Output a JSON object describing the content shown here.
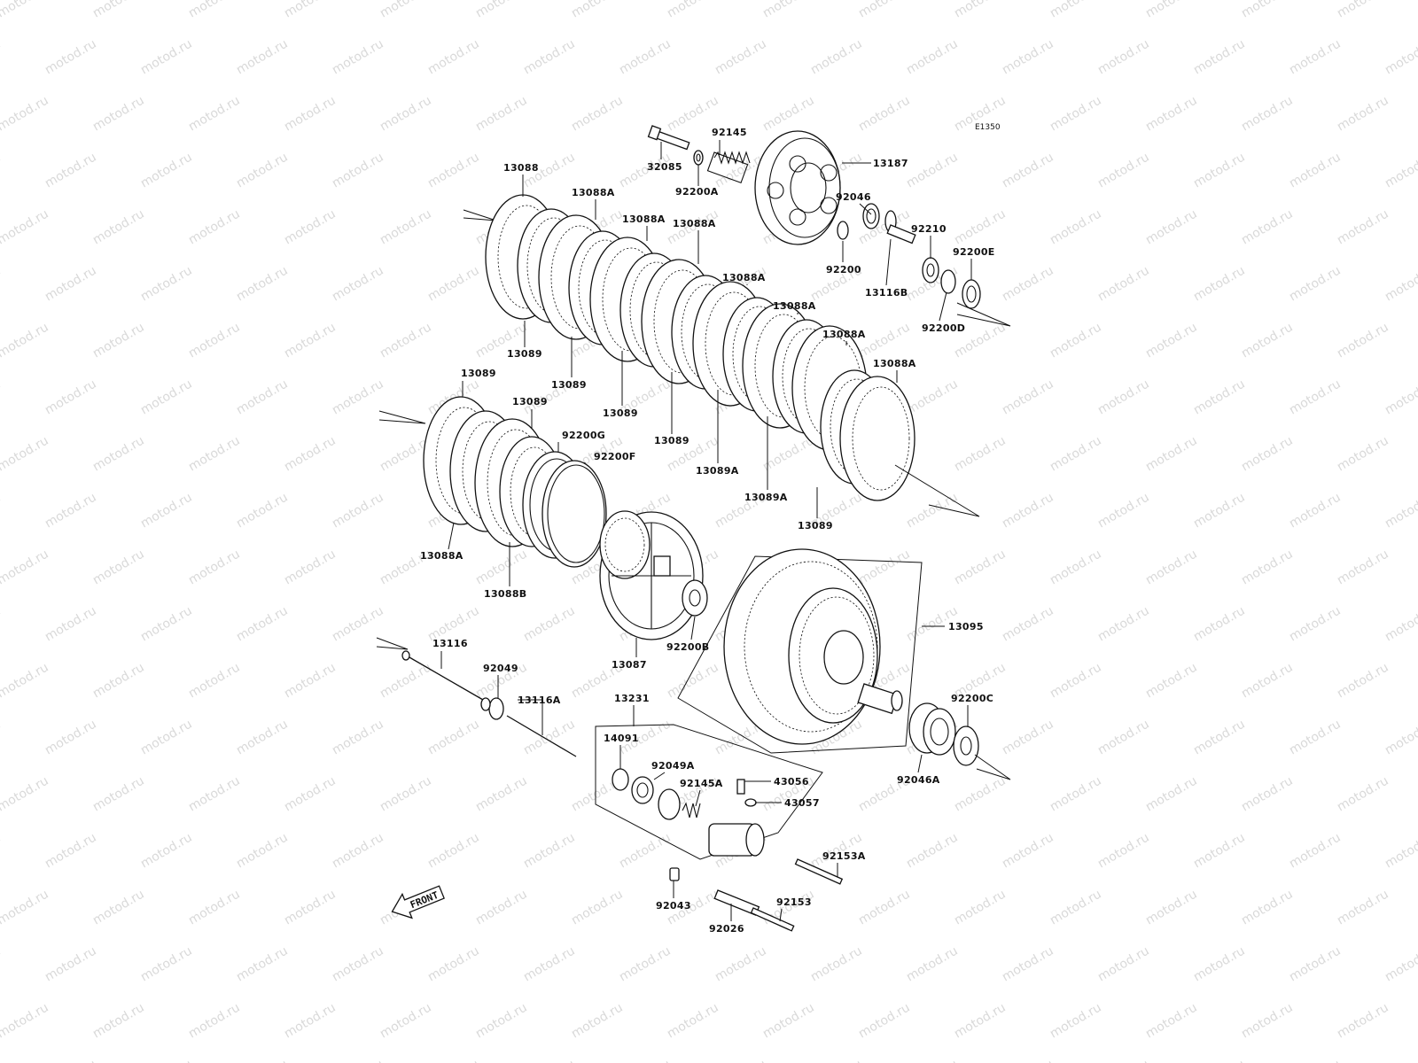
{
  "watermark": "motod.ru",
  "diagram_code": "E1350",
  "front_label": "FRONT",
  "parts": [
    {
      "id": "p32085",
      "label": "32085"
    },
    {
      "id": "p92145",
      "label": "92145"
    },
    {
      "id": "p92200A",
      "label": "92200A"
    },
    {
      "id": "p13187",
      "label": "13187"
    },
    {
      "id": "p92046",
      "label": "92046"
    },
    {
      "id": "p92200",
      "label": "92200"
    },
    {
      "id": "p92210",
      "label": "92210"
    },
    {
      "id": "p13116B",
      "label": "13116B"
    },
    {
      "id": "p92200E",
      "label": "92200E"
    },
    {
      "id": "p92200D",
      "label": "92200D"
    },
    {
      "id": "p13088_top",
      "label": "13088"
    },
    {
      "id": "p13088A_1",
      "label": "13088A"
    },
    {
      "id": "p13088A_2",
      "label": "13088A"
    },
    {
      "id": "p13088A_3",
      "label": "13088A"
    },
    {
      "id": "p13088A_4",
      "label": "13088A"
    },
    {
      "id": "p13088A_5",
      "label": "13088A"
    },
    {
      "id": "p13088A_6",
      "label": "13088A"
    },
    {
      "id": "p13088A_7",
      "label": "13088A"
    },
    {
      "id": "p13089_1",
      "label": "13089"
    },
    {
      "id": "p13089_2",
      "label": "13089"
    },
    {
      "id": "p13089_3",
      "label": "13089"
    },
    {
      "id": "p13089_4",
      "label": "13089"
    },
    {
      "id": "p13089_5",
      "label": "13089"
    },
    {
      "id": "p13089A_1",
      "label": "13089A"
    },
    {
      "id": "p13089A_2",
      "label": "13089A"
    },
    {
      "id": "p13089_6",
      "label": "13089"
    },
    {
      "id": "p13089_L1",
      "label": "13089"
    },
    {
      "id": "p13089_L2",
      "label": "13089"
    },
    {
      "id": "p92200G",
      "label": "92200G"
    },
    {
      "id": "p92200F",
      "label": "92200F"
    },
    {
      "id": "p13088A_L",
      "label": "13088A"
    },
    {
      "id": "p13088B",
      "label": "13088B"
    },
    {
      "id": "p13087",
      "label": "13087"
    },
    {
      "id": "p92200B",
      "label": "92200B"
    },
    {
      "id": "p13095",
      "label": "13095"
    },
    {
      "id": "p92200C",
      "label": "92200C"
    },
    {
      "id": "p92046A",
      "label": "92046A"
    },
    {
      "id": "p13116",
      "label": "13116"
    },
    {
      "id": "p92049",
      "label": "92049"
    },
    {
      "id": "p13116A",
      "label": "13116A"
    },
    {
      "id": "p13231",
      "label": "13231"
    },
    {
      "id": "p14091",
      "label": "14091"
    },
    {
      "id": "p92049A",
      "label": "92049A"
    },
    {
      "id": "p92145A",
      "label": "92145A"
    },
    {
      "id": "p43056",
      "label": "43056"
    },
    {
      "id": "p43057",
      "label": "43057"
    },
    {
      "id": "p92153A",
      "label": "92153A"
    },
    {
      "id": "p92043",
      "label": "92043"
    },
    {
      "id": "p92026",
      "label": "92026"
    },
    {
      "id": "p92153",
      "label": "92153"
    }
  ]
}
